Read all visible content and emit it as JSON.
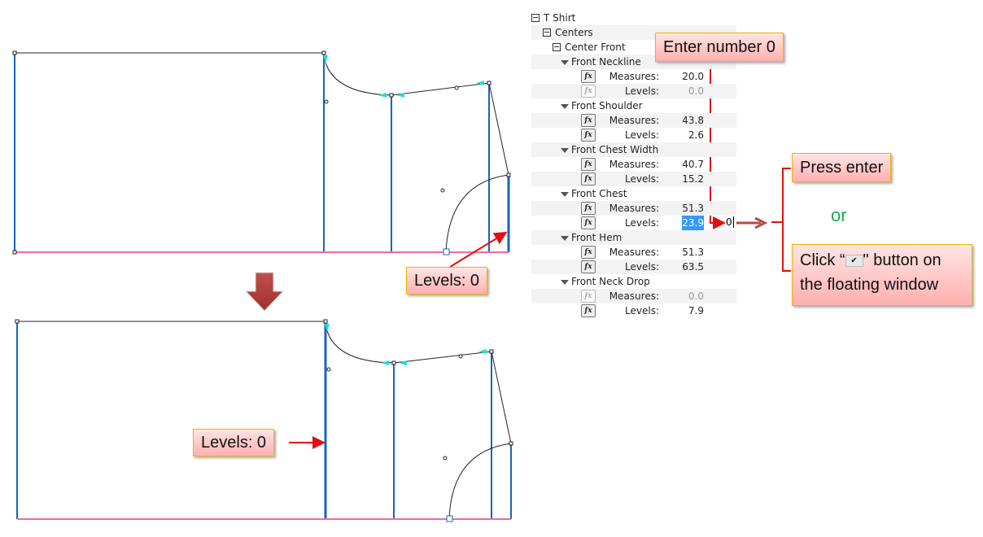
{
  "tree": {
    "root": "T Shirt",
    "group": "Centers",
    "item": "Center Front",
    "sections": [
      {
        "name": "Front Neckline",
        "measures": "20.0",
        "levels": "0.0",
        "measures_enabled": true,
        "levels_enabled": false
      },
      {
        "name": "Front Shoulder",
        "measures": "43.8",
        "levels": "2.6",
        "measures_enabled": true,
        "levels_enabled": true
      },
      {
        "name": "Front  Chest Width",
        "measures": "40.7",
        "levels": "15.2",
        "measures_enabled": true,
        "levels_enabled": true
      },
      {
        "name": "Front  Chest",
        "measures": "51.3",
        "levels": "23.9",
        "measures_enabled": true,
        "levels_enabled": true
      },
      {
        "name": "Front Hem",
        "measures": "51.3",
        "levels": "63.5",
        "measures_enabled": true,
        "levels_enabled": true
      },
      {
        "name": "Front Neck Drop",
        "measures": "0.0",
        "levels": "7.9",
        "measures_enabled": false,
        "levels_enabled": true
      }
    ],
    "measures_label": "Measures:",
    "levels_label": "Levels:",
    "fx_label": "fx",
    "typed_value": "0"
  },
  "callouts": {
    "enter_number": "Enter number 0",
    "levels_top": "Levels:  0",
    "levels_bottom": "Levels:  0",
    "press_enter": "Press enter",
    "or": "or",
    "click_pre": "Click “",
    "click_post": "\" button on",
    "click_line2": "the floating window",
    "check_glyph": "✔"
  },
  "colors": {
    "pattern_line": "#1565c0",
    "baseline": "#f06aa0",
    "annotation": "#e01010",
    "accent_arrow": "#b84a4a",
    "or_text": "#1fa84a"
  }
}
